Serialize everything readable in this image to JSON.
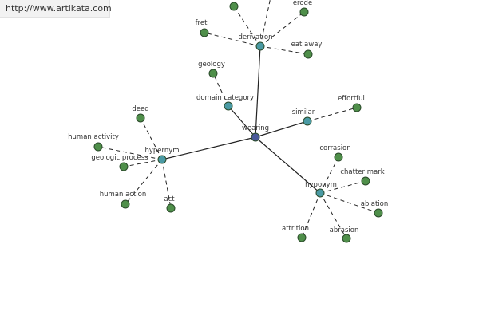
{
  "header": {
    "url": "http://www.artikata.com"
  },
  "colors": {
    "center_node": "#4a5a9a",
    "relation_node": "#4a9aa4",
    "leaf_node": "#4f8f4a",
    "node_stroke": "#2a4a2a",
    "edge": "#222222"
  },
  "graph": {
    "center": {
      "label": "wearing"
    },
    "relations": [
      {
        "key": "derivation",
        "label": "derivation",
        "leaves": [
          {
            "key": "d1",
            "label": ""
          },
          {
            "key": "d2",
            "label": ""
          },
          {
            "key": "erode",
            "label": "erode"
          },
          {
            "key": "fret",
            "label": "fret"
          },
          {
            "key": "eat-away",
            "label": "eat away"
          }
        ]
      },
      {
        "key": "domain-category",
        "label": "domain category",
        "leaves": [
          {
            "key": "geology",
            "label": "geology"
          }
        ]
      },
      {
        "key": "similar",
        "label": "similar",
        "leaves": [
          {
            "key": "effortful",
            "label": "effortful"
          }
        ]
      },
      {
        "key": "hypernym",
        "label": "hypernym",
        "leaves": [
          {
            "key": "deed",
            "label": "deed"
          },
          {
            "key": "human-activity",
            "label": "human activity"
          },
          {
            "key": "geologic-process",
            "label": "geologic process"
          },
          {
            "key": "human-action",
            "label": "human action"
          },
          {
            "key": "act",
            "label": "act"
          }
        ]
      },
      {
        "key": "hyponym",
        "label": "hyponym",
        "leaves": [
          {
            "key": "corrasion",
            "label": "corrasion"
          },
          {
            "key": "chatter-mark",
            "label": "chatter mark"
          },
          {
            "key": "ablation",
            "label": "ablation"
          },
          {
            "key": "attrition",
            "label": "attrition"
          },
          {
            "key": "abrasion",
            "label": "abrasion"
          }
        ]
      }
    ]
  }
}
